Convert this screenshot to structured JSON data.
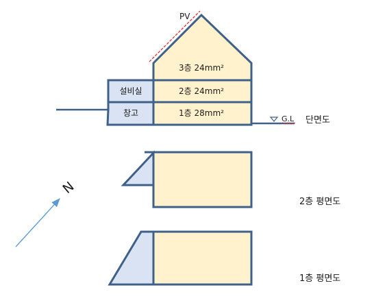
{
  "section": {
    "title": "단면도",
    "pv_label": "PV",
    "gl_label": "G.L",
    "floor3_label": "3층 24mm²",
    "floor2_label": "2층 24mm²",
    "floor1_label": "1층 28mm²",
    "utility_room_label": "설비실",
    "storage_label": "창고"
  },
  "plan2": {
    "title": "2층 평면도"
  },
  "plan1": {
    "title": "1층 평면도"
  },
  "north": {
    "label": "N"
  },
  "colors": {
    "outline": "#3f6089",
    "fill_main": "#fff2cc",
    "fill_side": "#dae3f3",
    "pv_line": "#e03030",
    "arrow": "#5b9bd5"
  }
}
